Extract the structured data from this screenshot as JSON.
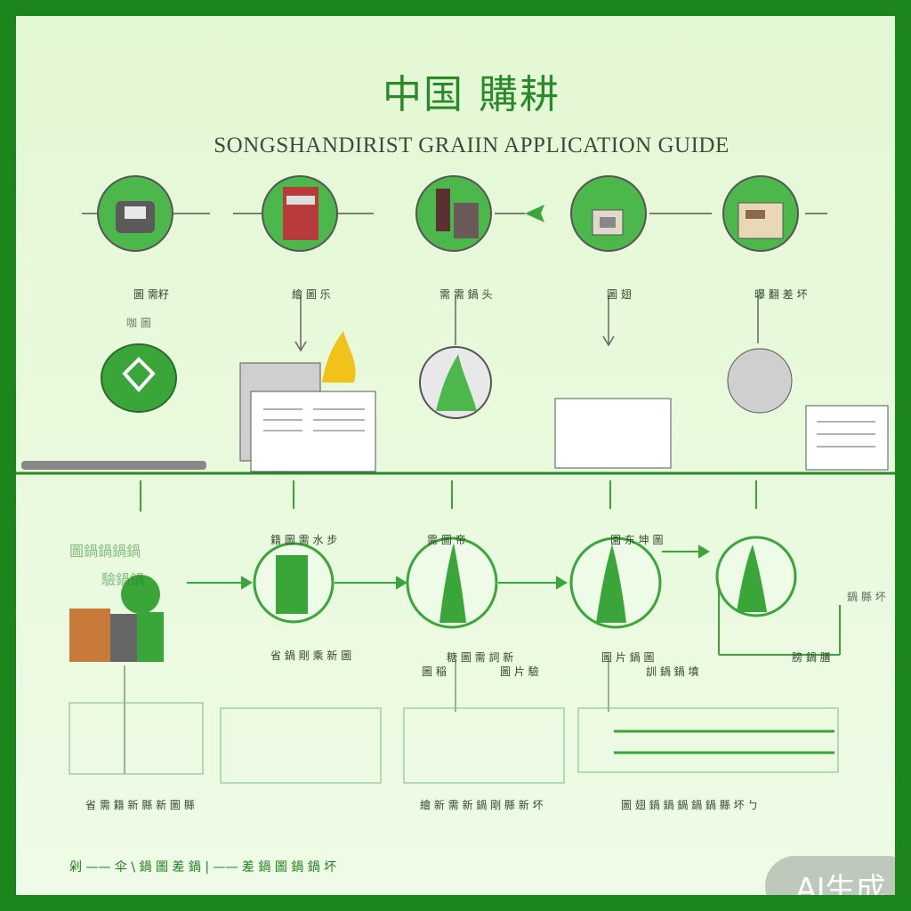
{
  "title_cjk": "中国 購耕",
  "title_en": "SONGSHANDIRIST GRAIIN APPLICATION GUIDE",
  "ai_badge": "AI生成",
  "top_labels": [
    "圖 需籽",
    "繪 圖 乐",
    "需 需 鍋 头",
    "圖 翅",
    "曝 翻 差 坏"
  ],
  "top_sublabel": "咖 圖",
  "bottom_top_labels": [
    "籍 圖 需 水 步",
    "需 圖 帝",
    "園 东 坤 圖"
  ],
  "bottom_mid_labels": [
    "省 鍋 剛 乘 新 圖",
    "糖 圖 需 詞 新",
    "圖 片 鍋 圖",
    "膀 鍋 膳"
  ],
  "bottom_sub_labels": [
    "圖 稲",
    "圖 片 驗",
    "訓 鍋 鍋 墳"
  ],
  "left_faint": [
    "圖鍋鍋鍋鍋",
    "驗鍋鍋"
  ],
  "right_faint": "鍋 縣 坏",
  "footer_labels": [
    "省 需 籍 新 縣 新 圖 縣",
    "繪 新 需 新 鍋 剛 縣 新 坏",
    "圖 翅 鍋 鍋 鍋 鍋 鍋 縣 坏 ㄅ"
  ],
  "bottom_bar_label": "剁 —— 伞 \\ 鍋 圖 差 鍋 | —— 差 鍋 圖 鍋 鍋 坏",
  "colors": {
    "frame": "#1c861c",
    "accent": "#3aa63a",
    "dark": "#1f7f1f"
  }
}
